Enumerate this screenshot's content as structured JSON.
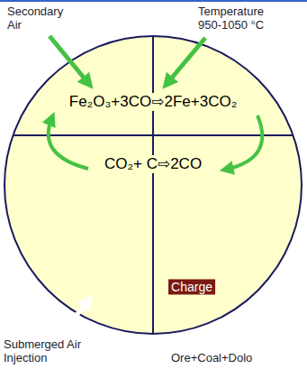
{
  "diagram": {
    "nodes": [
      {
        "text": [
          "Fe₂O₃+3CO⇨2Fe+3CO₂",
          "CO₂+ C⇨2CO"
        ]
      },
      {
        "text": [
          "Charge"
        ],
        "in": 0
      }
    ],
    "labels": [
      "Secondary Air",
      "Temperature 950-1050 °C",
      "Submerged Air Injection",
      "Ore+Coal+Dolo"
    ]
  }
}
